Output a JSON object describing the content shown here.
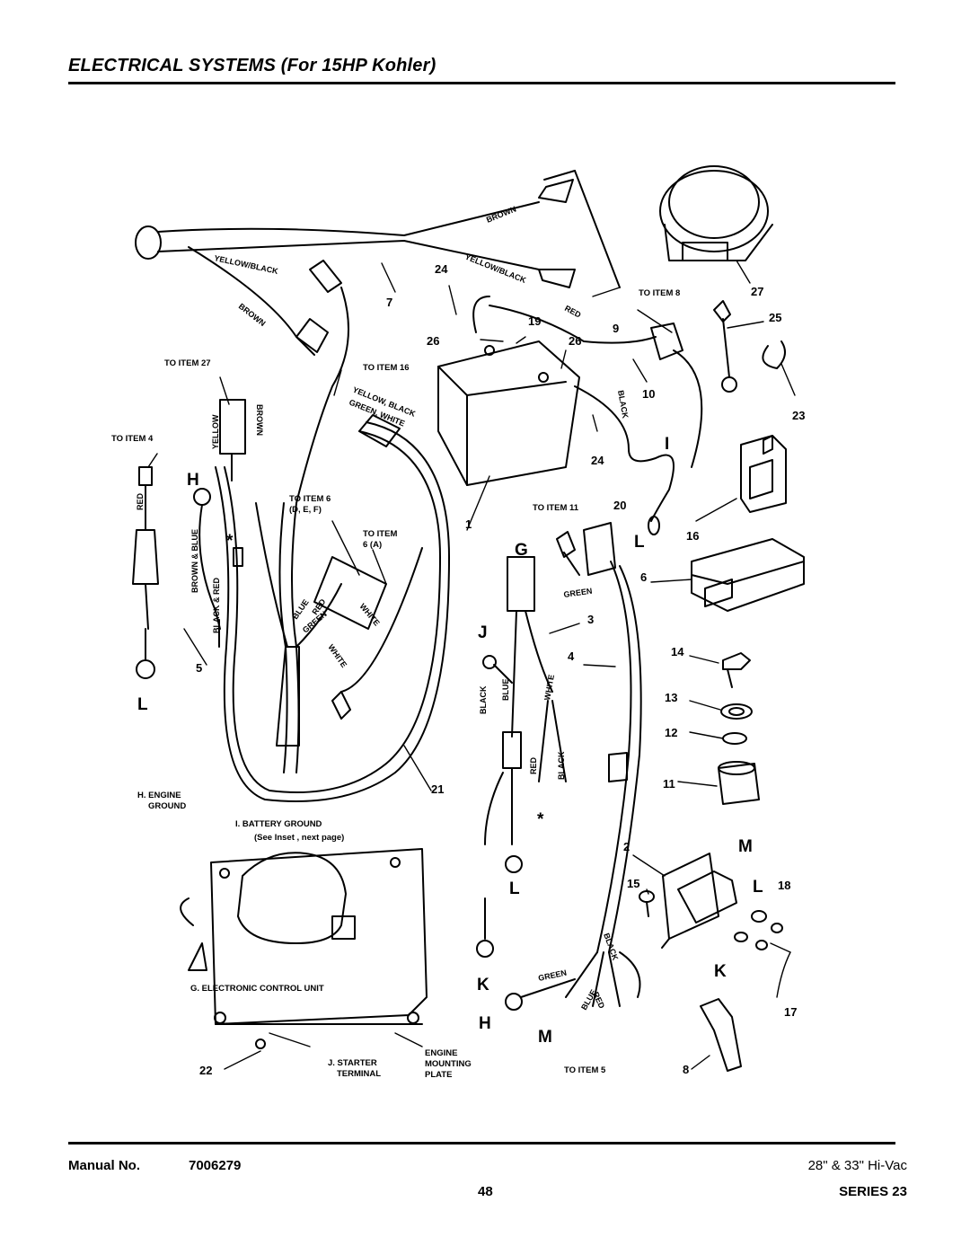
{
  "page": {
    "title": "ELECTRICAL SYSTEMS (For 15HP Kohler)"
  },
  "footer": {
    "manual_label": "Manual No.",
    "manual_number": "7006279",
    "page_number": "48",
    "model": "28\" & 33\" Hi-Vac",
    "series": "SERIES 23"
  },
  "callouts": {
    "n1": "1",
    "n2": "2",
    "n3": "3",
    "n4": "4",
    "n5": "5",
    "n6": "6",
    "n7": "7",
    "n8": "8",
    "n9": "9",
    "n10": "10",
    "n11": "11",
    "n12": "12",
    "n13": "13",
    "n14": "14",
    "n15": "15",
    "n16": "16",
    "n17": "17",
    "n18": "18",
    "n19": "19",
    "n20": "20",
    "n21": "21",
    "n22": "22",
    "n23": "23",
    "n24a": "24",
    "n24b": "24",
    "n25": "25",
    "n26a": "26",
    "n26b": "26",
    "n27": "27"
  },
  "letters": {
    "G": "G",
    "H1": "H",
    "H2": "H",
    "I": "I",
    "J": "J",
    "K1": "K",
    "K2": "K",
    "L1": "L",
    "L2": "L",
    "L3": "L",
    "L4": "L",
    "M1": "M",
    "M2": "M"
  },
  "notes": {
    "to_item_8": "TO ITEM 8",
    "to_item_27": "TO ITEM 27",
    "to_item_16": "TO ITEM 16",
    "to_item_4": "TO ITEM 4",
    "to_item_6def_1": "TO ITEM 6",
    "to_item_6def_2": "(D, E, F)",
    "to_item_6a_1": "TO ITEM",
    "to_item_6a_2": "6 (A)",
    "to_item_11": "TO ITEM 11",
    "to_item_5": "TO ITEM 5",
    "h_engine_ground_1": "H. ENGINE",
    "h_engine_ground_2": "GROUND",
    "i_battery_ground": "I.  BATTERY GROUND",
    "see_inset": "(See Inset , next page)",
    "g_ecu": "G. ELECTRONIC CONTROL UNIT",
    "j_starter_1": "J.  STARTER",
    "j_starter_2": "TERMINAL",
    "engine_plate_1": "ENGINE",
    "engine_plate_2": "MOUNTING",
    "engine_plate_3": "PLATE"
  },
  "wire_labels": {
    "brown_top": "BROWN",
    "yellow_black_left": "YELLOW/BLACK",
    "yellow_black_right": "YELLOW/BLACK",
    "brown_left": "BROWN",
    "red_top": "RED",
    "yellow_black_green_white_1": "YELLOW, BLACK",
    "yellow_black_green_white_2": "GREEN, WHITE",
    "yellow": "YELLOW",
    "brown_conn": "BROWN",
    "red_left": "RED",
    "brown_blue": "BROWN & BLUE",
    "black_red": "BLACK & RED",
    "blue": "BLUE",
    "red_mid": "RED",
    "green_mid": "GREEN",
    "white_mid": "WHITE",
    "white_low": "WHITE",
    "black_batt": "BLACK",
    "green_top": "GREEN",
    "black_j": "BLACK",
    "blue_j": "BLUE",
    "white_j": "WHITE",
    "red_j": "RED",
    "black_j2": "BLACK",
    "black_bottom": "BLACK",
    "green_bottom": "GREEN",
    "red_bottom": "RED",
    "blue_bottom": "BLUE"
  },
  "asterisk": "*"
}
